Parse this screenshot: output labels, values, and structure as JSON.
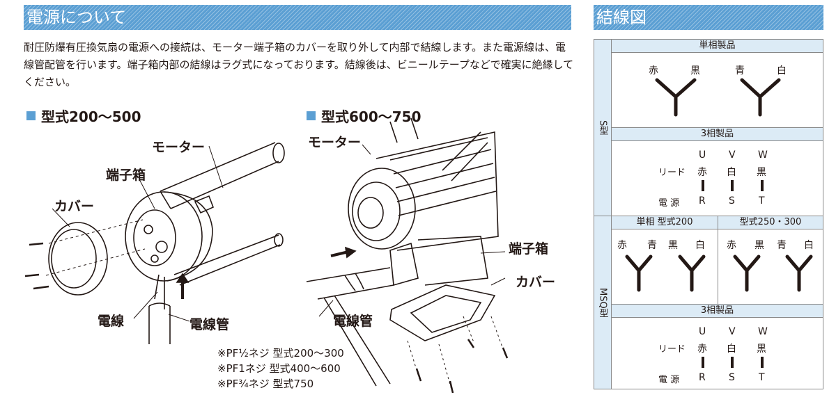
{
  "left": {
    "heading": "電源について",
    "intro": "耐圧防爆有圧換気扇の電源への接続は、モーター端子箱のカバーを取り外して内部で結線します。また電源線は、電線管配管を行います。端子箱内部の結線はラグ式になっております。結線後は、ビニールテープなどで確実に絶縁してください。",
    "model_a": "型式200〜500",
    "model_b": "型式600〜750",
    "labels_a": {
      "motor": "モーター",
      "terminal_box": "端子箱",
      "cover": "カバー",
      "wire": "電線",
      "conduit": "電線管"
    },
    "labels_b": {
      "motor": "モーター",
      "terminal_box": "端子箱",
      "cover": "カバー",
      "conduit": "電線管"
    },
    "notes": [
      "※PF½ネジ 型式200〜300",
      "※PF1ネジ 型式400〜600",
      "※PF¾ネジ 型式750"
    ]
  },
  "right": {
    "heading": "結線図",
    "s_label": "S型",
    "msq_label": "MSQ型",
    "s_single": {
      "title": "単相製品",
      "wires": [
        "赤",
        "黒",
        "青",
        "白"
      ]
    },
    "s_three": {
      "title": "3相製品",
      "phases": [
        "U",
        "V",
        "W"
      ],
      "lead_label": "リード",
      "leads": [
        "赤",
        "白",
        "黒"
      ],
      "power_label": "電 源",
      "power": [
        "R",
        "S",
        "T"
      ]
    },
    "msq_single": {
      "title_a": "単相 型式200",
      "title_b": "型式250・300",
      "wires_a": [
        "赤",
        "青",
        "黒",
        "白"
      ],
      "wires_b": [
        "赤",
        "黒",
        "青",
        "白"
      ]
    },
    "msq_three": {
      "title": "3相製品",
      "phases": [
        "U",
        "V",
        "W"
      ],
      "lead_label": "リード",
      "leads": [
        "赤",
        "白",
        "黒"
      ],
      "power_label": "電 源",
      "power": [
        "R",
        "S",
        "T"
      ]
    }
  }
}
